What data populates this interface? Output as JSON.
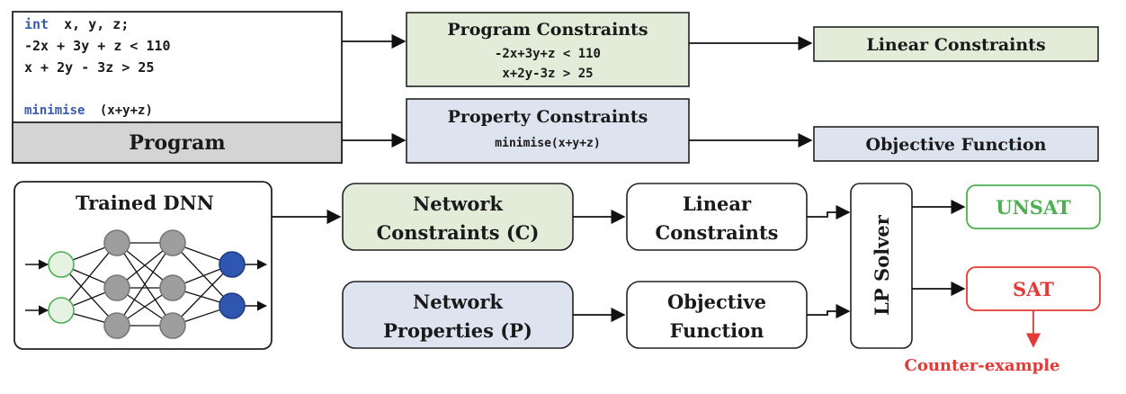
{
  "program": {
    "code_lines": [
      "x, y, z;",
      "-2x + 3y + z < 110",
      "x + 2y - 3z > 25"
    ],
    "keyword_int": "int",
    "keyword_minimise": "minimise",
    "objective_expr": "(x+y+z)",
    "footer_label": "Program"
  },
  "program_constraints": {
    "title": "Program Constraints",
    "lines": [
      "-2x+3y+z < 110",
      "x+2y-3z > 25"
    ]
  },
  "property_constraints": {
    "title": "Property Constraints",
    "line": "minimise(x+y+z)"
  },
  "linear_constraints_top": "Linear Constraints",
  "objective_function_top": "Objective Function",
  "dnn": {
    "title": "Trained DNN"
  },
  "network_constraints": {
    "line1": "Network",
    "line2": "Constraints (C)"
  },
  "network_properties": {
    "line1": "Network",
    "line2": "Properties (P)"
  },
  "linear_constraints_bottom": {
    "line1": "Linear",
    "line2": "Constraints"
  },
  "objective_function_bottom": {
    "line1": "Objective",
    "line2": "Function"
  },
  "solver": {
    "label": "LP Solver"
  },
  "results": {
    "unsat": "UNSAT",
    "sat": "SAT",
    "counter_example": "Counter-example"
  },
  "colors": {
    "green_fill": "#e3ecd9",
    "blue_fill": "#dde3ef",
    "gray_fill": "#d4d4d4",
    "keyword_blue": "#3a5bb0",
    "unsat_green": "#4caf50",
    "sat_red": "#e53935",
    "neuron_gray": "#9e9e9e",
    "neuron_blue": "#2f57b0",
    "neuron_green_fill": "#e6f3e3",
    "neuron_green_stroke": "#4caf50"
  }
}
